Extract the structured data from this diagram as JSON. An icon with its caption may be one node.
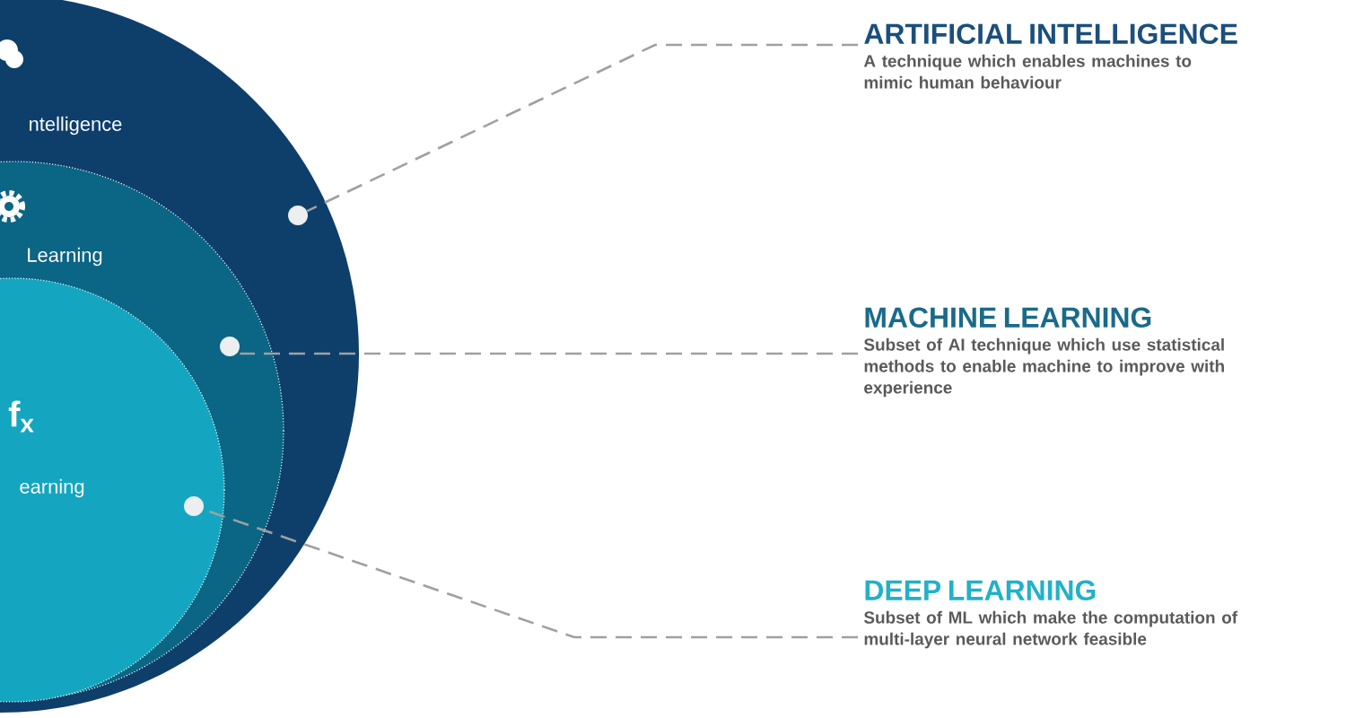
{
  "diagram": {
    "nodes": [
      {
        "text": [
          "ntelligence"
        ]
      },
      {
        "text": [
          "Learning"
        ],
        "in": 0
      },
      {
        "text": [
          "earning"
        ],
        "in": 1
      },
      {
        "text": [],
        "shape": "circle",
        "in": 0
      },
      {
        "text": [],
        "shape": "circle",
        "in": 1
      },
      {
        "text": [],
        "shape": "circle",
        "in": 2
      },
      {
        "text": [
          "ARTIFICIAL INTELLIGENCE",
          "A technique which enables machines to mimic human behaviour"
        ]
      },
      {
        "text": [
          "MACHINE LEARNING",
          "Subset of AI technique which use statistical methods to enable machine to improve with experience"
        ]
      },
      {
        "text": [
          "DEEP LEARNING",
          "Subset of ML which make the computation of multi-layer neural network feasible"
        ]
      }
    ],
    "edges": [
      {
        "from": 6,
        "to": 3,
        "arrow": "none",
        "style": "dashed"
      },
      {
        "from": 7,
        "to": 4,
        "arrow": "none",
        "style": "dashed"
      },
      {
        "from": 8,
        "to": 5,
        "arrow": "none",
        "style": "dashed"
      }
    ],
    "labels": [
      "f$_{x}$"
    ]
  }
}
